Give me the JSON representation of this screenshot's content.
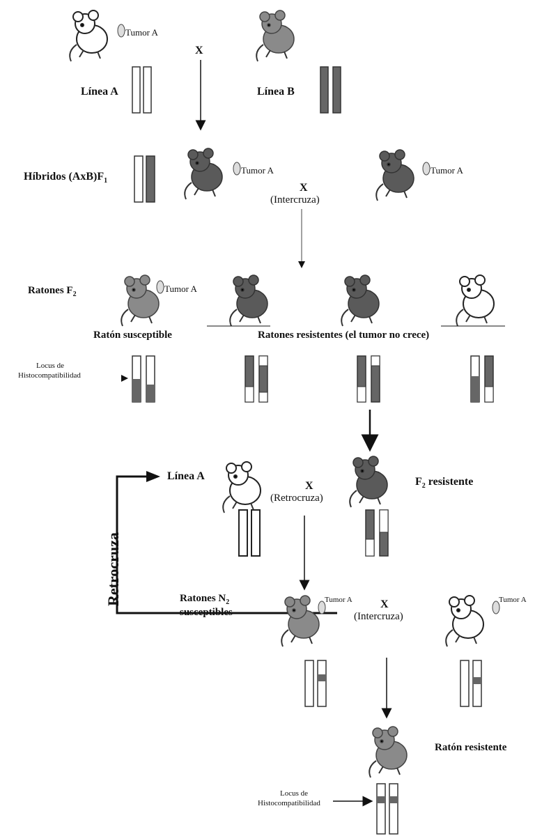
{
  "labels": {
    "tumor_a": "Tumor A",
    "cross": "X",
    "linea_a": "Línea A",
    "linea_b": "Línea B",
    "hibridos": "Híbridos (AxB)F",
    "hibridos_sub": "1",
    "intercruza": "(Intercruza)",
    "ratones_f2": "Ratones F",
    "f2_sub": "2",
    "raton_susceptible": "Ratón susceptible",
    "ratones_resistentes": "Ratones resistentes (el tumor no crece)",
    "locus": "Locus de",
    "histocompatibilidad": "Histocompatibilidad",
    "f2_resistente_main": "F",
    "f2_resistente_sub": "2",
    "f2_resistente_rest": " resistente",
    "retrocruza_paren": "(Retrocruza)",
    "ratones_n2": "Ratones N",
    "n2_sub": "2",
    "susceptibles": "susceptibles",
    "retrocruza": "Retrocruza",
    "raton_resistente": "Ratón resistente"
  },
  "colors": {
    "light_mouse": "#ffffff",
    "mid_mouse": "#8a8a8a",
    "dark_mouse": "#5a5a5a",
    "chromosome_dark": "#606060"
  },
  "icons": [
    "mouse-icon",
    "chromosome-pair-icon",
    "arrow-icon",
    "tumor-icon"
  ]
}
